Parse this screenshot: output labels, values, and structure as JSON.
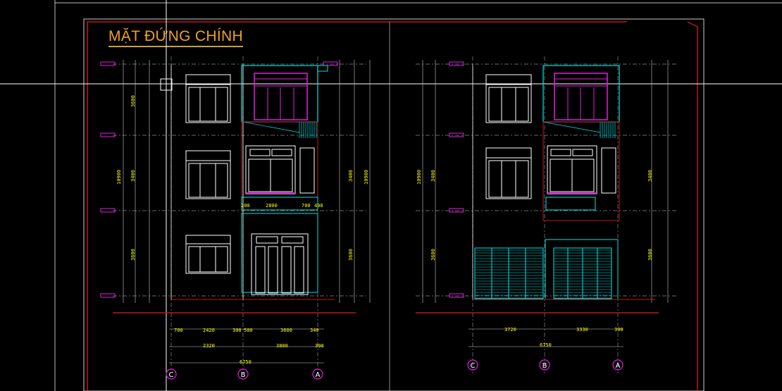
{
  "drawing": {
    "title": "MẶT ĐỨNG CHÍNH",
    "grid_labels_left": [
      "C",
      "B",
      "A"
    ],
    "grid_labels_right": [
      "C",
      "B",
      "A"
    ],
    "dim_bottom_left_row1": [
      "700",
      "2420",
      "300",
      "500",
      "3600",
      "340"
    ],
    "dim_bottom_left_row2": [
      "2320",
      "3800",
      "390"
    ],
    "dim_bottom_left_total": "6750",
    "dim_bottom_right_row1": [
      "3720",
      "3330",
      "390"
    ],
    "dim_bottom_right_total": "6750",
    "dim_left_total": "10900",
    "dim_right_total": "10900",
    "dim_floor": [
      "3600",
      "3400",
      "3600"
    ],
    "mid_dims": [
      "200",
      "2800",
      "700",
      "400"
    ],
    "colors": {
      "background": "#000000",
      "title": "#f0a020",
      "dimension_text": "#ffff00",
      "windows": "#ffffff",
      "balcony": "#00e5e5",
      "doors_magenta": "#e020e0",
      "levels": "#ff3b3b"
    }
  }
}
